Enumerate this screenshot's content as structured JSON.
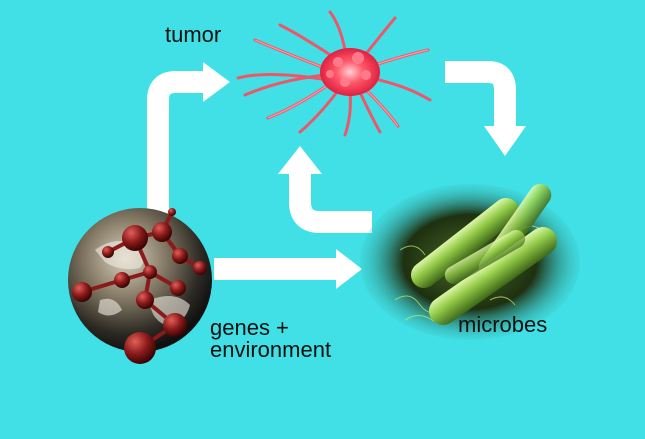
{
  "nodes": {
    "tumor": {
      "label": "tumor",
      "icon": "tumor-cell-icon"
    },
    "genes_environment": {
      "label_line1": "genes +",
      "label_line2": "environment",
      "icon": "globe-with-molecules-icon"
    },
    "microbes": {
      "label": "microbes",
      "icon": "bacteria-icon"
    }
  },
  "colors": {
    "background": "#41e0e6",
    "arrow": "#ffffff",
    "tumor": "#ff3b4e",
    "microbes": "#9ad24a",
    "molecule": "#8b1a1a"
  }
}
